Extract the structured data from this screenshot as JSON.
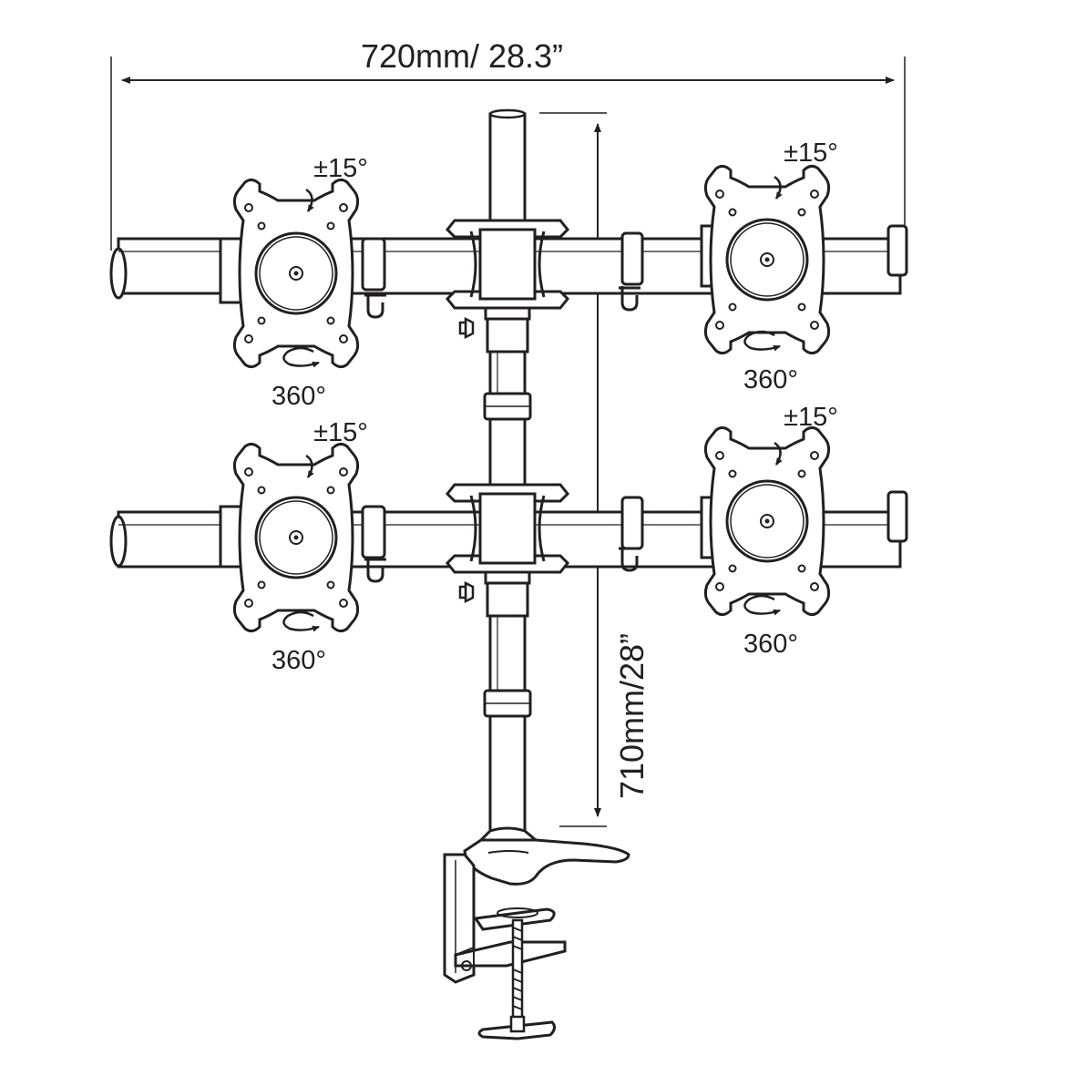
{
  "dimensions": {
    "width_label": "720mm/ 28.3”",
    "height_label": "710mm/28”"
  },
  "mounts": [
    {
      "position": "top-left",
      "tilt_label": "±15°",
      "rotation_label": "360°"
    },
    {
      "position": "top-right",
      "tilt_label": "±15°",
      "rotation_label": "360°"
    },
    {
      "position": "bottom-left",
      "tilt_label": "±15°",
      "rotation_label": "360°"
    },
    {
      "position": "bottom-right",
      "tilt_label": "±15°",
      "rotation_label": "360°"
    }
  ],
  "colors": {
    "line": "#231f20",
    "fill": "#ffffff"
  }
}
